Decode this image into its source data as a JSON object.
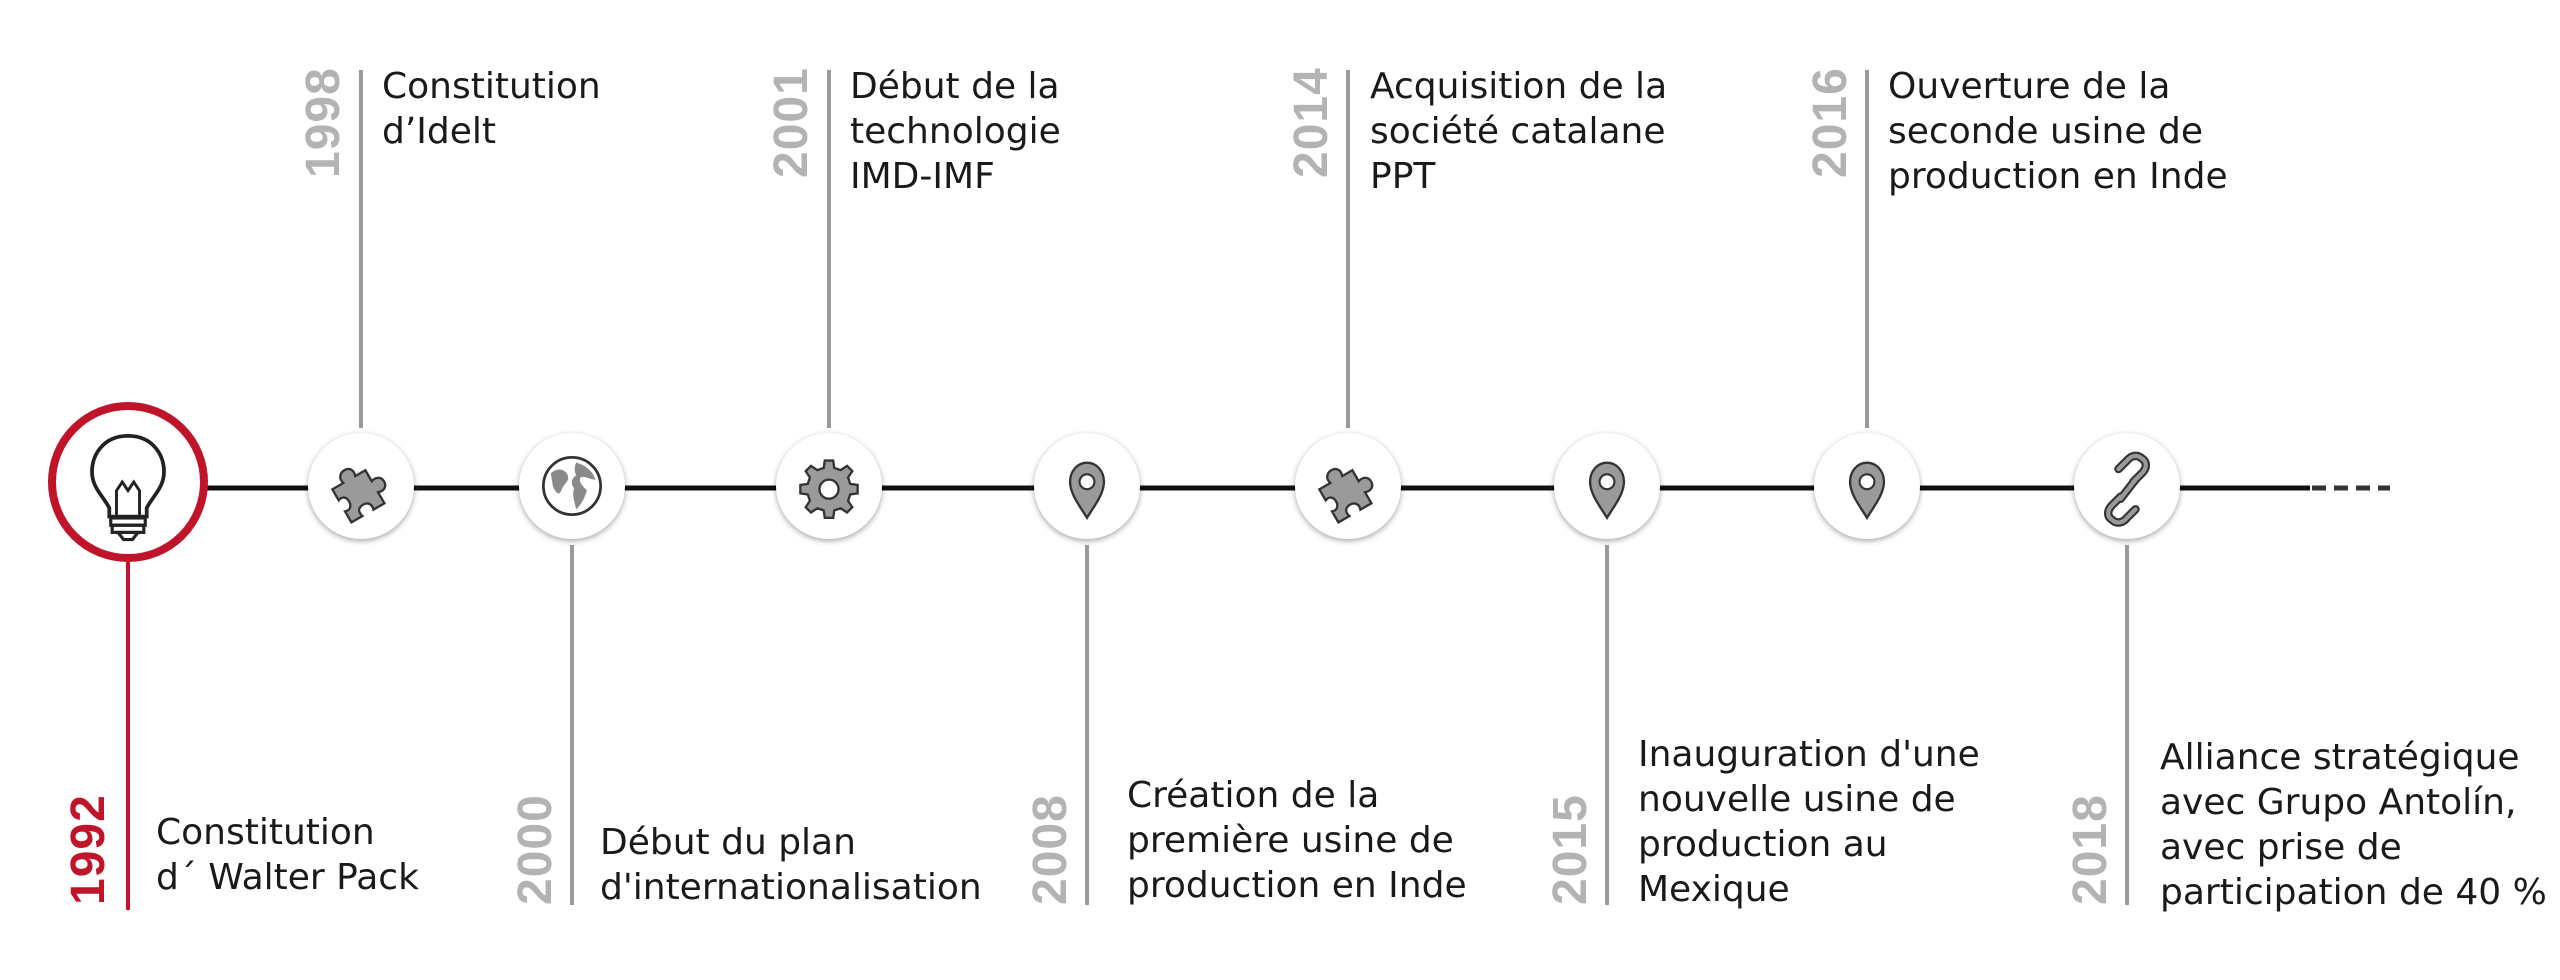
{
  "timeline": {
    "events": [
      {
        "year": "1992",
        "lines": [
          "Constitution",
          "d´ Walter Pack"
        ],
        "icon": "lightbulb-icon",
        "position": "below",
        "highlight": true
      },
      {
        "year": "1998",
        "lines": [
          "Constitution",
          "d’Idelt"
        ],
        "icon": "puzzle-icon",
        "position": "above"
      },
      {
        "year": "2000",
        "lines": [
          "Début du plan",
          "d'internationalisation"
        ],
        "icon": "globe-icon",
        "position": "below"
      },
      {
        "year": "2001",
        "lines": [
          "Début de la",
          "technologie",
          "IMD-IMF"
        ],
        "icon": "gear-icon",
        "position": "above"
      },
      {
        "year": "2008",
        "lines": [
          "Création de la",
          "première usine de",
          "production en Inde"
        ],
        "icon": "location-pin-icon",
        "position": "below"
      },
      {
        "year": "2014",
        "lines": [
          "Acquisition de la",
          "société catalane",
          "PPT"
        ],
        "icon": "puzzle-icon",
        "position": "above"
      },
      {
        "year": "2015",
        "lines": [
          "Inauguration d'une",
          "nouvelle usine de",
          "production au",
          "Mexique"
        ],
        "icon": "location-pin-icon",
        "position": "below"
      },
      {
        "year": "2016",
        "lines": [
          "Ouverture de la",
          "seconde usine de",
          "production en Inde"
        ],
        "icon": "location-pin-icon",
        "position": "above"
      },
      {
        "year": "2018",
        "lines": [
          "Alliance stratégique",
          "avec Grupo Antolín,",
          "avec prise de",
          "participation de 40 %"
        ],
        "icon": "link-icon",
        "position": "below"
      }
    ]
  },
  "colors": {
    "accent": "#c0142b",
    "year_gray": "#b3b3b3",
    "line_black": "#111111",
    "icon_gray": "#8a8a8a"
  }
}
